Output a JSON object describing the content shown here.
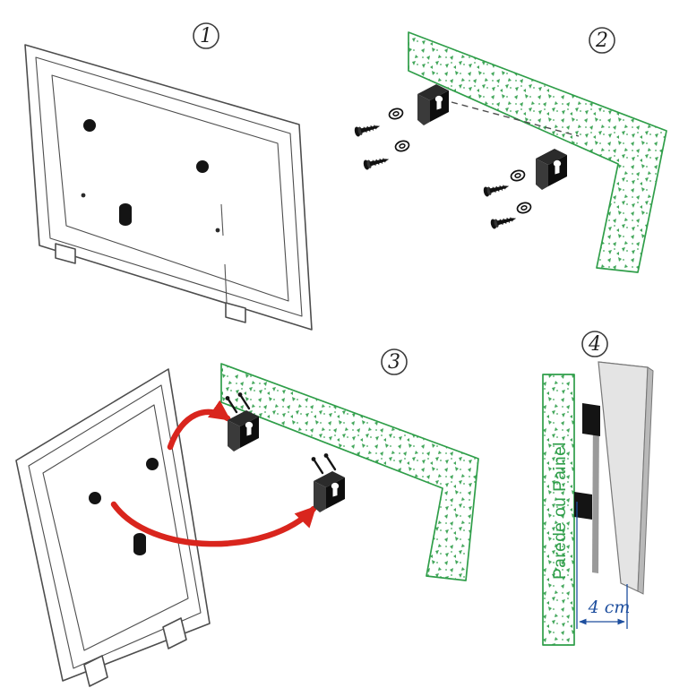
{
  "figure": {
    "type": "assembly-instructions",
    "steps": [
      {
        "number": "1"
      },
      {
        "number": "2"
      },
      {
        "number": "3"
      },
      {
        "number": "4"
      }
    ],
    "wall_label": "Parede ou Painel",
    "dimension_label": "4 cm"
  },
  "icons": {
    "badge": "circled-step-number",
    "bracket": "mounting-bracket",
    "screw": "screw",
    "washer": "washer",
    "red_arrow": "curved-arrow",
    "wall": "speckled-wall-panel"
  },
  "colors": {
    "outline": "#4d4d4d",
    "wall_green": "#2f9e49",
    "arrow_red": "#d9251d",
    "dimension_blue": "#1d4e9e"
  }
}
